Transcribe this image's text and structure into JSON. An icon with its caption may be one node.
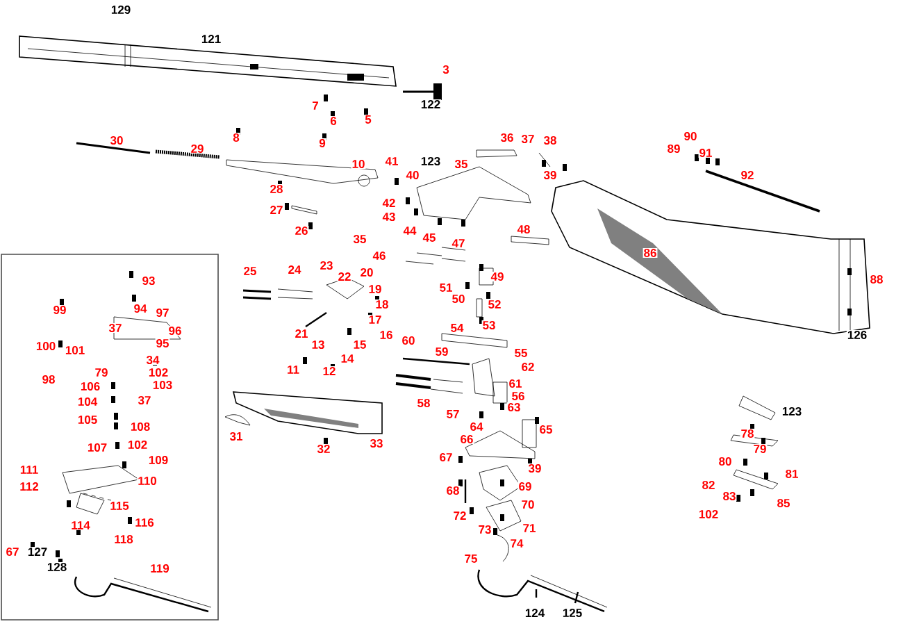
{
  "diagram": {
    "labels": [
      "129",
      "121",
      "3",
      "7",
      "122",
      "6",
      "5",
      "30",
      "29",
      "8",
      "9",
      "10",
      "41",
      "40",
      "123",
      "35",
      "36",
      "37",
      "38",
      "39",
      "89",
      "90",
      "91",
      "92",
      "28",
      "27",
      "26",
      "42",
      "43",
      "44",
      "35",
      "45",
      "46",
      "47",
      "48",
      "86",
      "25",
      "24",
      "23",
      "22",
      "20",
      "19",
      "18",
      "17",
      "21",
      "16",
      "13",
      "15",
      "14",
      "11",
      "12",
      "49",
      "51",
      "50",
      "52",
      "53",
      "88",
      "126",
      "54",
      "60",
      "59",
      "55",
      "62",
      "61",
      "56",
      "58",
      "57",
      "63",
      "64",
      "65",
      "31",
      "32",
      "33",
      "66",
      "67",
      "39",
      "69",
      "68",
      "70",
      "72",
      "73",
      "71",
      "74",
      "75",
      "124",
      "125",
      "123",
      "78",
      "79",
      "80",
      "81",
      "82",
      "83",
      "85",
      "102",
      "93",
      "99",
      "94",
      "97",
      "37",
      "96",
      "100",
      "101",
      "95",
      "34",
      "98",
      "79",
      "102",
      "106",
      "103",
      "104",
      "37",
      "105",
      "108",
      "107",
      "102",
      "109",
      "111",
      "110",
      "112",
      "115",
      "114",
      "116",
      "67",
      "127",
      "118",
      "128",
      "119"
    ]
  }
}
